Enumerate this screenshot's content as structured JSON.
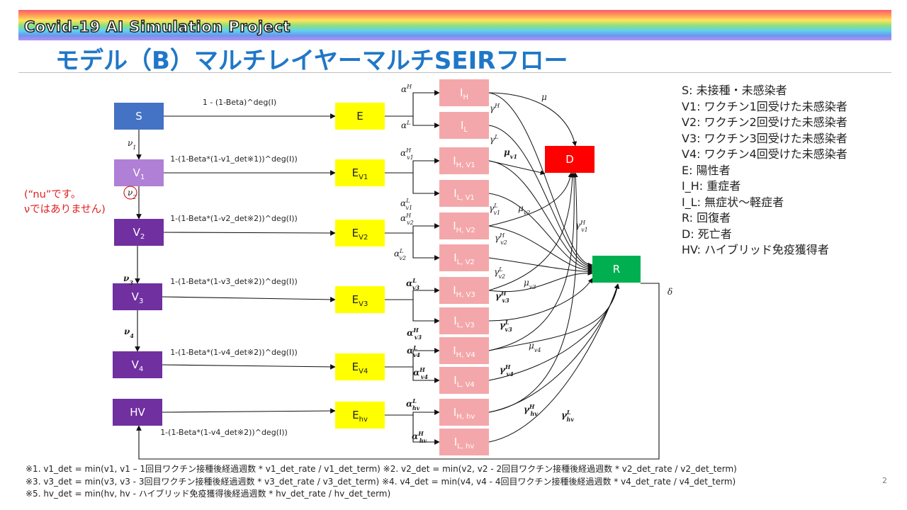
{
  "header": {
    "project_title": "Covid-19 AI Simulation Project",
    "slide_title": "モデル（B）マルチレイヤーマルチSEIRフロー"
  },
  "colors": {
    "S": "#4472c4",
    "V1": "#b07fd6",
    "V": "#7030a0",
    "E": "#ffff00",
    "I": "#f4a7aa",
    "D": "#ff0000",
    "R": "#00b050",
    "title": "#1f77c8",
    "note": "#e02020"
  },
  "nodes": {
    "S": {
      "label": "S"
    },
    "V1": {
      "label": "V",
      "sub": "1"
    },
    "V2": {
      "label": "V",
      "sub": "2"
    },
    "V3": {
      "label": "V",
      "sub": "3"
    },
    "V4": {
      "label": "V",
      "sub": "4"
    },
    "HV": {
      "label": "HV"
    },
    "E": {
      "label": "E"
    },
    "Ev1": {
      "label": "E",
      "sub": "V1"
    },
    "Ev2": {
      "label": "E",
      "sub": "V2"
    },
    "Ev3": {
      "label": "E",
      "sub": "V3"
    },
    "Ev4": {
      "label": "E",
      "sub": "V4"
    },
    "Ehv": {
      "label": "E",
      "sub": "hv"
    },
    "IH": {
      "label": "I",
      "sub": "H"
    },
    "IL": {
      "label": "I",
      "sub": "L"
    },
    "IHv1": {
      "label": "I",
      "sub": "H, V1"
    },
    "ILv1": {
      "label": "I",
      "sub": "L, V1"
    },
    "IHv2": {
      "label": "I",
      "sub": "H, V2"
    },
    "ILv2": {
      "label": "I",
      "sub": "L, V2"
    },
    "IHv3": {
      "label": "I",
      "sub": "H, V3"
    },
    "ILv3": {
      "label": "I",
      "sub": "L, V3"
    },
    "IHv4": {
      "label": "I",
      "sub": "H, V4"
    },
    "ILv4": {
      "label": "I",
      "sub": "L, V4"
    },
    "IHhv": {
      "label": "I",
      "sub": "H, hv"
    },
    "ILhv": {
      "label": "I",
      "sub": "L, hv"
    },
    "D": {
      "label": "D"
    },
    "R": {
      "label": "R"
    }
  },
  "edge_labels": {
    "s_e": "1 - (1-Beta)^deg(I)",
    "v1_e": "1-(1-Beta*(1-v1_det※1))^deg(I))",
    "v2_e": "1-(1-Beta*(1-v2_det※2))^deg(I))",
    "v3_e": "1-(1-Beta*(1-v3_det※2))^deg(I))",
    "v4_e": "1-(1-Beta*(1-v4_det※2))^deg(I))",
    "hv_e": "1-(1-Beta*(1-v4_det※2))^deg(I))"
  },
  "greek": {
    "aH": {
      "g": "α",
      "sup": "H"
    },
    "aL": {
      "g": "α",
      "sup": "L"
    },
    "gH": {
      "g": "γ",
      "sup": "H"
    },
    "gL": {
      "g": "γ",
      "sup": "L"
    },
    "mu": {
      "g": "μ"
    },
    "mu_v1": {
      "g": "μ",
      "sub": "v1"
    },
    "mu_v2": {
      "g": "μ",
      "sub": "v2"
    },
    "mu_v3": {
      "g": "μ",
      "sub": "v3"
    },
    "mu_v4": {
      "g": "μ",
      "sub": "v4"
    },
    "aH_v1": {
      "g": "α",
      "sup": "H",
      "sub": "v1"
    },
    "aL_v1": {
      "g": "α",
      "sup": "L",
      "sub": "v1"
    },
    "aH_v2": {
      "g": "α",
      "sup": "H",
      "sub": "v2"
    },
    "aL_v2": {
      "g": "α",
      "sup": "L",
      "sub": "v2"
    },
    "aL_v3": {
      "g": "α",
      "sup": "L",
      "sub": "v3"
    },
    "aH_v3": {
      "g": "α",
      "sup": "H",
      "sub": "v3"
    },
    "aL_v4": {
      "g": "α",
      "sup": "L",
      "sub": "v4"
    },
    "aH_v4": {
      "g": "α",
      "sup": "H",
      "sub": "v4"
    },
    "aL_hv": {
      "g": "α",
      "sup": "L",
      "sub": "hv"
    },
    "aH_hv": {
      "g": "α",
      "sup": "H",
      "sub": "hv"
    },
    "gL_v1": {
      "g": "γ",
      "sup": "L",
      "sub": "v1"
    },
    "gH_v1": {
      "g": "γ",
      "sup": "H",
      "sub": "v1"
    },
    "gH_v2": {
      "g": "γ",
      "sup": "H",
      "sub": "v2"
    },
    "gL_v2": {
      "g": "γ",
      "sup": "L",
      "sub": "v2"
    },
    "gH_v3": {
      "g": "γ",
      "sup": "H",
      "sub": "v3"
    },
    "gL_v3": {
      "g": "γ",
      "sup": "L",
      "sub": "v3"
    },
    "gH_v4": {
      "g": "γ",
      "sup": "H",
      "sub": "v4"
    },
    "gH_hv": {
      "g": "γ",
      "sup": "H",
      "sub": "hv"
    },
    "gL_hv": {
      "g": "γ",
      "sup": "L",
      "sub": "hv"
    },
    "nu1": {
      "g": "ν",
      "sub": "1"
    },
    "nu2": {
      "g": "ν",
      "sub": "2"
    },
    "nu3": {
      "g": "ν",
      "sub": "3"
    },
    "nu4": {
      "g": "ν",
      "sub": "4"
    },
    "delta": {
      "g": "δ"
    }
  },
  "nu_note": [
    "(“nu”です。",
    "νではありません)"
  ],
  "legend": [
    "S: 未接種・未感染者",
    "V1: ワクチン1回受けた未感染者",
    "V2: ワクチン2回受けた未感染者",
    "V3: ワクチン3回受けた未感染者",
    "V4: ワクチン4回受けた未感染者",
    "E: 陽性者",
    "I_H: 重症者",
    "I_L: 無症状〜軽症者",
    "R: 回復者",
    "D: 死亡者",
    "HV: ハイブリッド免疫獲得者"
  ],
  "footnotes": [
    "※1. v1_det = min(v1, v1 – 1回目ワクチン接種後経過週数 * v1_det_rate / v1_det_term) ※2. v2_det = min(v2, v2 - 2回目ワクチン接種後経過週数 * v2_det_rate / v2_det_term)",
    "※3. v3_det = min(v3, v3 - 3回目ワクチン接種後経過週数 * v3_det_rate / v3_det_term) ※4. v4_det = min(v4, v4 - 4回目ワクチン接種後経過週数 * v4_det_rate / v4_det_term)",
    "※5. hv_det = min(hv, hv - ハイブリッド免疫獲得後経過週数 * hv_det_rate / hv_det_term)"
  ],
  "page_number": "2"
}
